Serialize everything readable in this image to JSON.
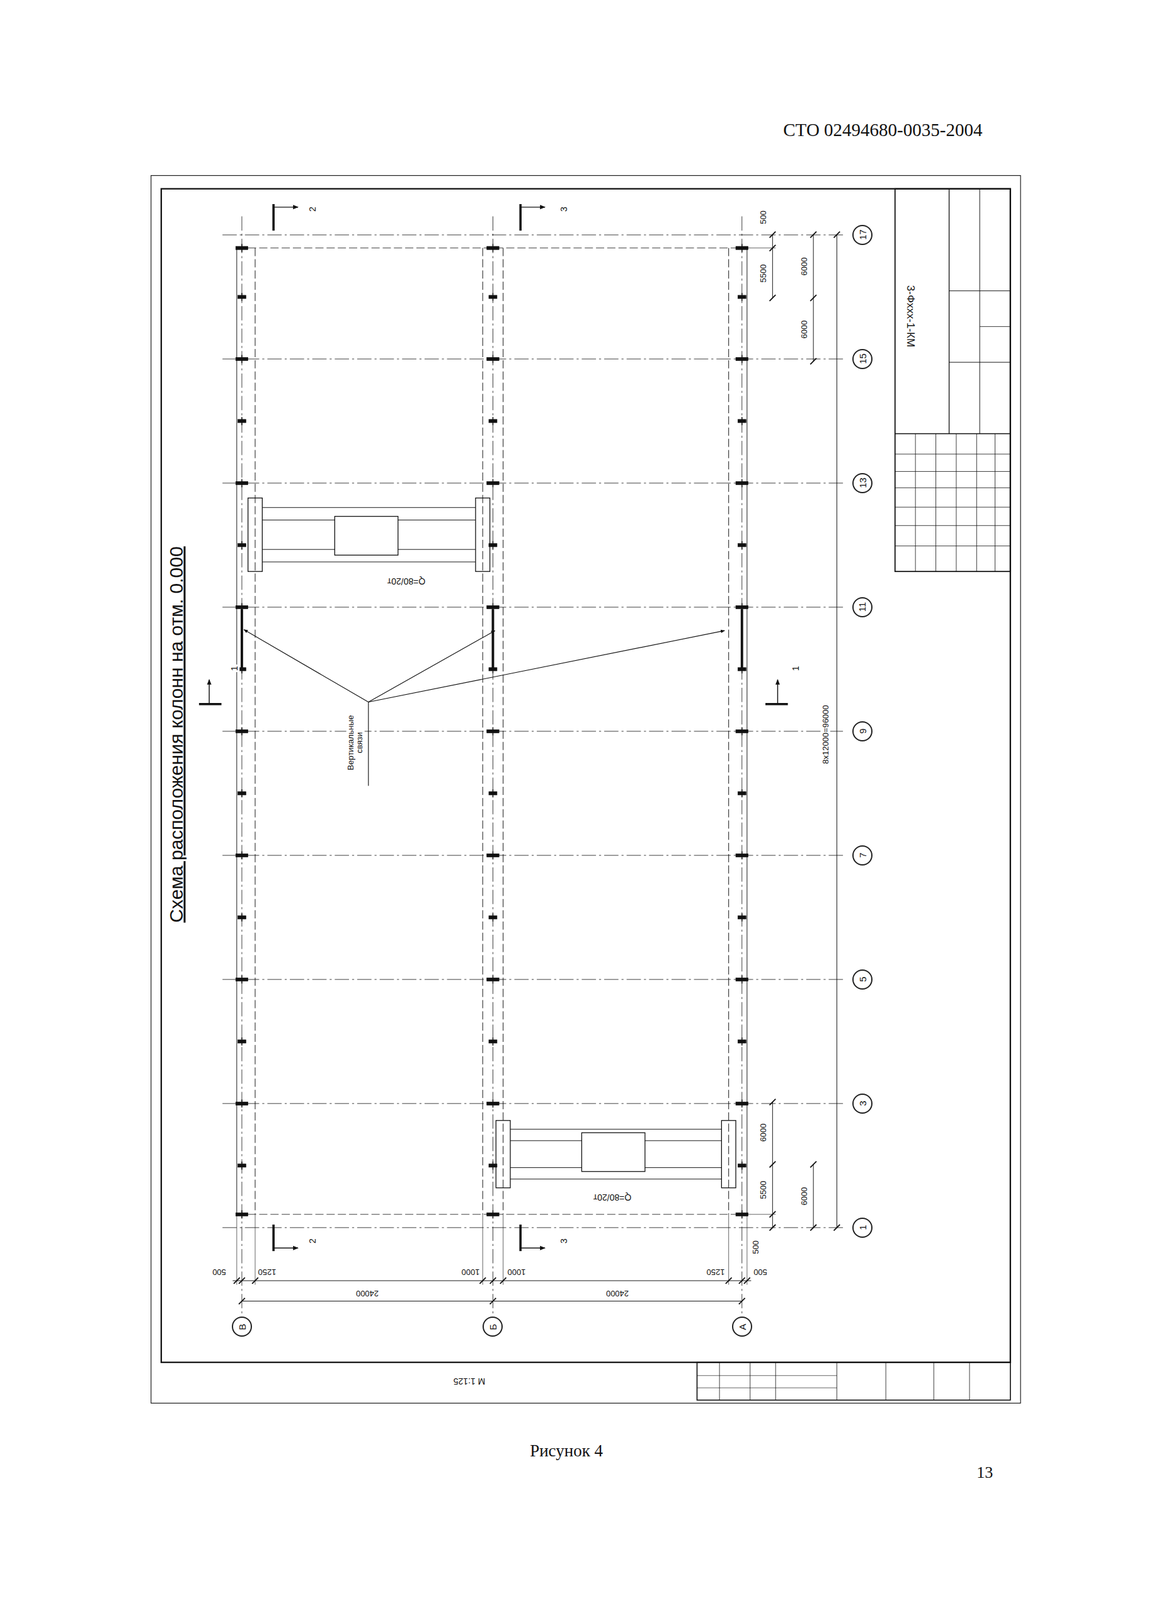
{
  "diagram": {
    "title": "Схема расположения колонн на отм. 0.000",
    "caption": "Рисунок 4",
    "nodes": [
      {
        "text": [
          "1"
        ]
      },
      {
        "text": [
          "3"
        ]
      },
      {
        "text": [
          "5"
        ]
      },
      {
        "text": [
          "7"
        ]
      },
      {
        "text": [
          "9"
        ]
      },
      {
        "text": [
          "11"
        ]
      },
      {
        "text": [
          "13"
        ]
      },
      {
        "text": [
          "15"
        ]
      },
      {
        "text": [
          "17"
        ]
      },
      {
        "text": [
          "А"
        ]
      },
      {
        "text": [
          "Б"
        ]
      },
      {
        "text": [
          "В"
        ]
      }
    ],
    "labels": [
      "СТО 02494680-0035-2004",
      "Вертикальные связи",
      "Q=80/20т",
      "Q=80/20т",
      "8х12000=96000",
      "500",
      "5500",
      "6000",
      "6000",
      "500",
      "5500",
      "6000",
      "6000",
      "500",
      "1250",
      "1000",
      "1000",
      "1250",
      "500",
      "24000",
      "24000",
      "2",
      "2",
      "3",
      "3",
      "1",
      "1",
      "М 1:125",
      "3-Фххх-1-КМ",
      "13"
    ]
  }
}
